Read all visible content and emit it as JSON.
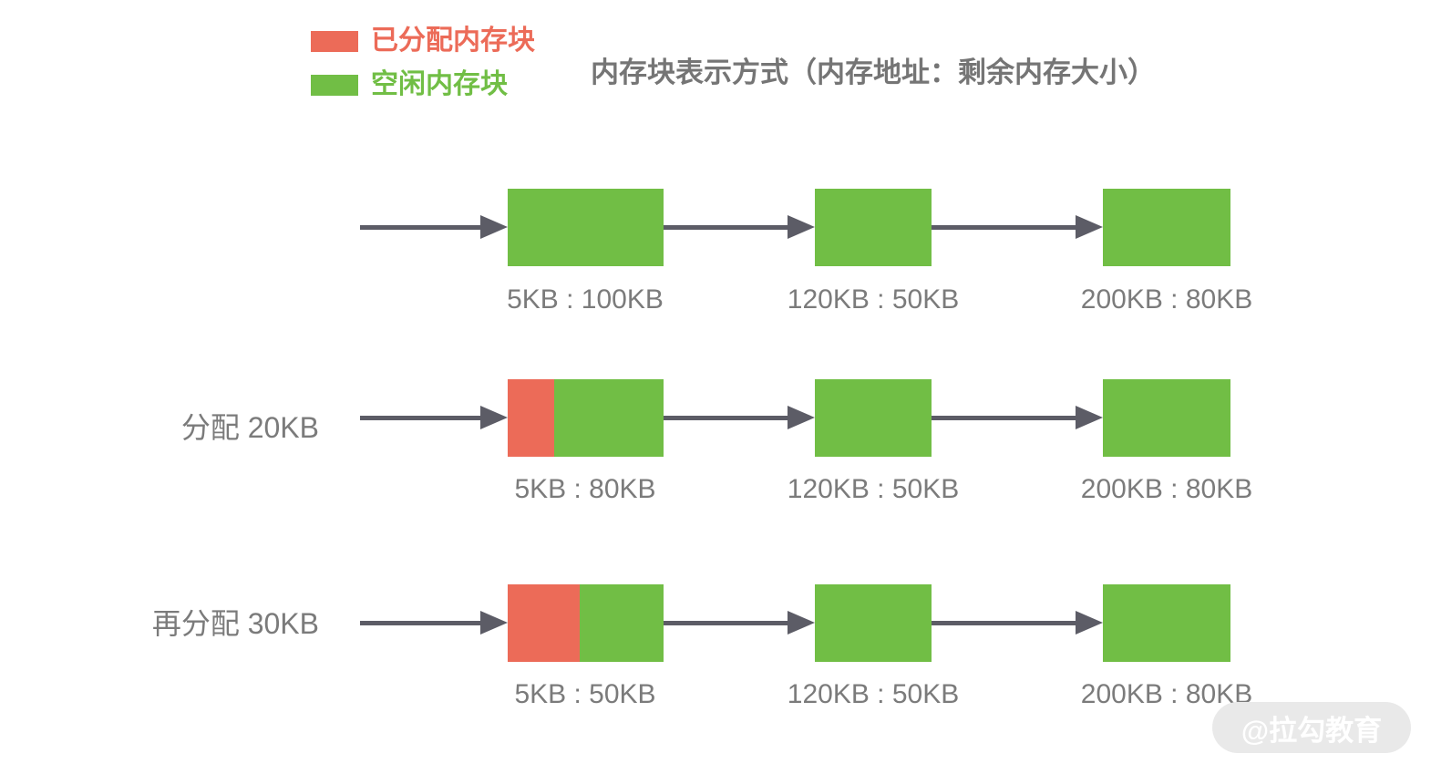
{
  "title": "内存块表示方式（内存地址：剩余内存大小）",
  "legend": {
    "items": [
      {
        "name": "allocated",
        "label": "已分配内存块",
        "color": "#EC6B58"
      },
      {
        "name": "free",
        "label": "空闲内存块",
        "color": "#71BE45"
      }
    ]
  },
  "colors": {
    "allocated_block": "#EC6B58",
    "free_block": "#71BE45",
    "arrow": "#5C5C66",
    "caption_text": "#7B7B7B",
    "title_text": "#757575",
    "watermark_bg": "#E9E9E9",
    "watermark_text": "#FFFFFF"
  },
  "rows": [
    {
      "label": "",
      "blocks": [
        {
          "caption": "5KB : 100KB",
          "allocated_width": "0%"
        },
        {
          "caption": "120KB : 50KB",
          "allocated_width": "0%"
        },
        {
          "caption": "200KB : 80KB",
          "allocated_width": "0%"
        }
      ]
    },
    {
      "label": "分配 20KB",
      "blocks": [
        {
          "caption": "5KB : 80KB",
          "allocated_width": "30%"
        },
        {
          "caption": "120KB : 50KB",
          "allocated_width": "0%"
        },
        {
          "caption": "200KB : 80KB",
          "allocated_width": "0%"
        }
      ]
    },
    {
      "label": "再分配 30KB",
      "blocks": [
        {
          "caption": "5KB : 50KB",
          "allocated_width": "46%"
        },
        {
          "caption": "120KB : 50KB",
          "allocated_width": "0%"
        },
        {
          "caption": "200KB : 80KB",
          "allocated_width": "0%"
        }
      ]
    }
  ],
  "watermark": "@拉勾教育"
}
